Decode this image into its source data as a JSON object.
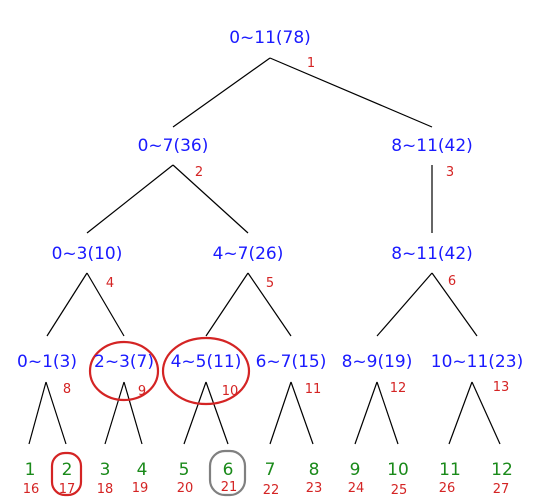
{
  "colors": {
    "node_text": "#1a1aff",
    "index_text": "#d42424",
    "leaf_text": "#1a8a1a",
    "highlight_red": "#d42424",
    "highlight_gray": "#808080"
  },
  "nodes": [
    {
      "id": "n1",
      "label": "0~11(78)",
      "index": "1"
    },
    {
      "id": "n2",
      "label": "0~7(36)",
      "index": "2"
    },
    {
      "id": "n3",
      "label": "8~11(42)",
      "index": "3"
    },
    {
      "id": "n4",
      "label": "0~3(10)",
      "index": "4"
    },
    {
      "id": "n5",
      "label": "4~7(26)",
      "index": "5"
    },
    {
      "id": "n6",
      "label": "8~11(42)",
      "index": "6"
    },
    {
      "id": "n8",
      "label": "0~1(3)",
      "index": "8"
    },
    {
      "id": "n9",
      "label": "2~3(7)",
      "index": "9"
    },
    {
      "id": "n10",
      "label": "4~5(11)",
      "index": "10"
    },
    {
      "id": "n11",
      "label": "6~7(15)",
      "index": "11"
    },
    {
      "id": "n12",
      "label": "8~9(19)",
      "index": "12"
    },
    {
      "id": "n13",
      "label": "10~11(23)",
      "index": "13"
    }
  ],
  "leaves": [
    {
      "id": "l16",
      "value": "1",
      "index": "16"
    },
    {
      "id": "l17",
      "value": "2",
      "index": "17"
    },
    {
      "id": "l18",
      "value": "3",
      "index": "18"
    },
    {
      "id": "l19",
      "value": "4",
      "index": "19"
    },
    {
      "id": "l20",
      "value": "5",
      "index": "20"
    },
    {
      "id": "l21",
      "value": "6",
      "index": "21"
    },
    {
      "id": "l22",
      "value": "7",
      "index": "22"
    },
    {
      "id": "l23",
      "value": "8",
      "index": "23"
    },
    {
      "id": "l24",
      "value": "9",
      "index": "24"
    },
    {
      "id": "l25",
      "value": "10",
      "index": "25"
    },
    {
      "id": "l26",
      "value": "11",
      "index": "26"
    },
    {
      "id": "l27",
      "value": "12",
      "index": "27"
    }
  ],
  "highlighted": [
    {
      "target": "n9",
      "color": "red"
    },
    {
      "target": "n10",
      "color": "red"
    },
    {
      "target": "l17",
      "color": "red"
    },
    {
      "target": "l21",
      "color": "gray"
    }
  ]
}
